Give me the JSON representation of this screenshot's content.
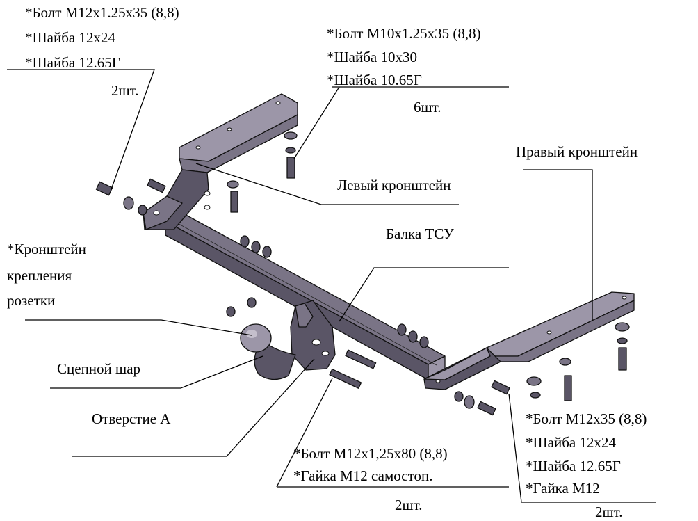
{
  "labels": {
    "bolt_m12_125_35": "*Болт М12х1.25х35 (8,8)",
    "washer_12_24_a": "*Шайба 12х24",
    "washer_12_65_a": "*Шайба 12.65Г",
    "qty_2_a": "2шт.",
    "bolt_m10": "*Болт М10х1.25х35 (8,8)",
    "washer_10_30": "*Шайба 10х30",
    "washer_10_65": "*Шайба 10.65Г",
    "qty_6": "6шт.",
    "right_bracket": "Правый кронштейн",
    "left_bracket": "Левый кронштейн",
    "beam": "Балка ТСУ",
    "socket_bracket_1": "*Кронштейн",
    "socket_bracket_2": "крепления",
    "socket_bracket_3": "розетки",
    "tow_ball": "Сцепной шар",
    "hole_a": "Отверстие А",
    "bolt_m12_125_80": "*Болт М12х1,25х80 (8,8)",
    "nut_m12_self": "*Гайка М12 самостоп.",
    "qty_2_b": "2шт.",
    "bolt_m12_35": "*Болт М12х35 (8,8)",
    "washer_12_24_b": "*Шайба 12х24",
    "washer_12_65_b": "*Шайба 12.65Г",
    "nut_m12": "*Гайка М12",
    "qty_2_c": "2шт."
  },
  "colors": {
    "metal_dark": "#5a5566",
    "metal_mid": "#7a7486",
    "metal_light": "#9c96a8",
    "ink": "#000000"
  }
}
